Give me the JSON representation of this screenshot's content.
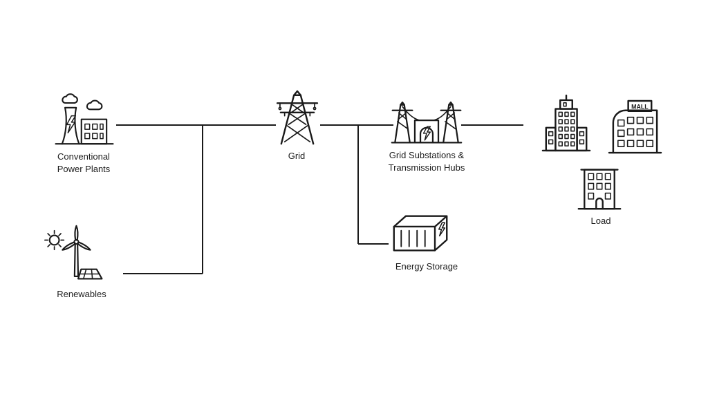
{
  "diagram": {
    "type": "energy-grid-flow-diagram",
    "colors": {
      "stroke": "#1a1a1a",
      "background": "#ffffff",
      "label_text": "#1c1c1c"
    },
    "nodes": {
      "conventional": {
        "label": "Conventional\nPower Plants",
        "icon": "power-plant-icon"
      },
      "renewables": {
        "label": "Renewables",
        "icon": "renewables-icon"
      },
      "grid": {
        "label": "Grid",
        "icon": "grid-tower-icon"
      },
      "substations": {
        "label": "Grid Substations &\nTransmission Hubs",
        "icon": "substation-icon"
      },
      "storage": {
        "label": "Energy Storage",
        "icon": "energy-storage-icon"
      },
      "load": {
        "label": "Load",
        "icons": [
          "office-building-icon",
          "mall-building-icon",
          "apartment-building-icon"
        ],
        "mall_sign": "MALL"
      }
    },
    "edges": [
      {
        "from": "Conventional Power Plants",
        "to": "Grid"
      },
      {
        "from": "Renewables",
        "to": "Grid"
      },
      {
        "from": "Grid",
        "to": "Grid Substations & Transmission Hubs"
      },
      {
        "from": "Grid",
        "to": "Energy Storage"
      },
      {
        "from": "Grid Substations & Transmission Hubs",
        "to": "Load"
      }
    ]
  }
}
